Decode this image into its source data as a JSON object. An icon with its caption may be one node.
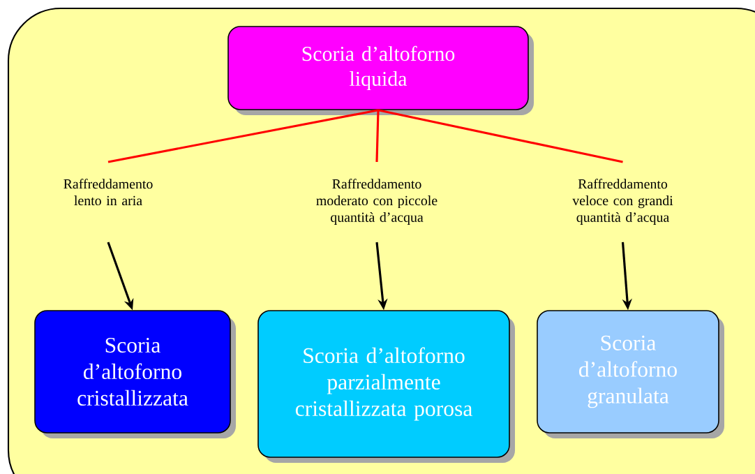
{
  "diagram": {
    "nodes": [
      {
        "text": [
          "Scoria d’altoforno liquida"
        ]
      },
      {
        "text": [
          "Raffreddamento lento in aria"
        ]
      },
      {
        "text": [
          "Raffreddamento moderato con piccole quantità d’acqua"
        ]
      },
      {
        "text": [
          "Raffreddamento veloce con grandi quantità d’acqua"
        ]
      },
      {
        "text": [
          "Scoria d’altoforno cristallizzata"
        ]
      },
      {
        "text": [
          "Scoria d’altoforno parzialmente cristallizzata porosa"
        ]
      },
      {
        "text": [
          "Scoria d’altoforno granulata"
        ]
      }
    ],
    "edges": [
      {
        "from": 0,
        "to": 1,
        "arrow": "none",
        "color": "#ff0000"
      },
      {
        "from": 0,
        "to": 2,
        "arrow": "none",
        "color": "#ff0000"
      },
      {
        "from": 0,
        "to": 3,
        "arrow": "none",
        "color": "#ff0000"
      },
      {
        "from": 1,
        "to": 4,
        "arrow": "to",
        "color": "#000000"
      },
      {
        "from": 2,
        "to": 5,
        "arrow": "to",
        "color": "#000000"
      },
      {
        "from": 3,
        "to": 6,
        "arrow": "to",
        "color": "#000000"
      }
    ]
  }
}
